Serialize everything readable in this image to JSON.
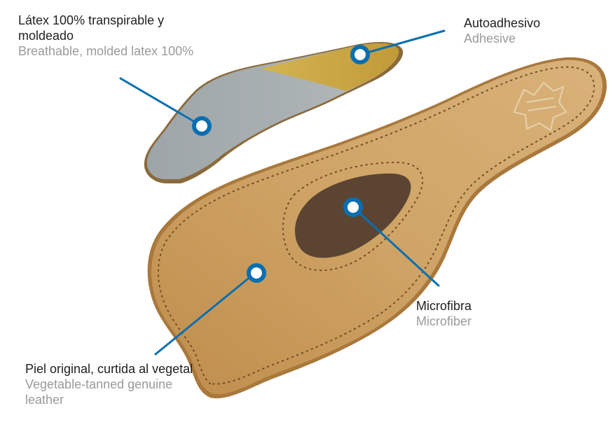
{
  "labels": {
    "latex": {
      "es": "Látex 100% transpirable y moldeado",
      "en": "Breathable, molded latex 100%"
    },
    "adhesive": {
      "es": "Autoadhesivo",
      "en": "Adhesive"
    },
    "microfiber": {
      "es": "Microfibra",
      "en": "Microfiber"
    },
    "leather": {
      "es": "Piel original, curtida al vegetal",
      "en": "Vegetable-tanned genuine leather"
    }
  },
  "colors": {
    "callout": "#0a6fb0",
    "latex_gray": "#9aa3a6",
    "adhesive_yellow": "#c9a640",
    "leather_tan": "#c89a5a",
    "microfiber_brown": "#5e4734"
  }
}
